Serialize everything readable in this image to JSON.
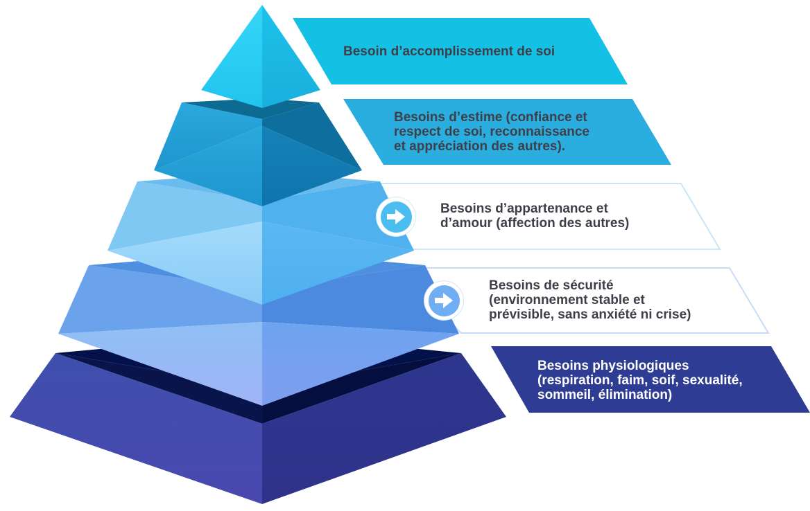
{
  "levels": [
    {
      "id": "self-actualization",
      "lines": [
        "Besoin d’accomplissement de soi"
      ],
      "banner_color": "#14c0e4",
      "text_color": "#3f3f49",
      "has_arrow": false
    },
    {
      "id": "esteem",
      "lines": [
        "Besoins d’estime (confiance et",
        "respect de soi, reconnaissance",
        "et appréciation des autres)."
      ],
      "banner_color": "#2aaee0",
      "text_color": "#3f3f49",
      "has_arrow": false
    },
    {
      "id": "belonging",
      "lines": [
        "Besoins d’appartenance et",
        "d’amour (affection des autres)"
      ],
      "banner_color": "#ffffff",
      "border_color": "#c8e6f7",
      "text_color": "#3f3f49",
      "has_arrow": true,
      "arrow_color": "#4cbdf0",
      "icon": "arrow-right-icon"
    },
    {
      "id": "safety",
      "lines": [
        "Besoins de sécurité",
        "(environnement stable et",
        "prévisible, sans anxiété ni crise)"
      ],
      "banner_color": "#ffffff",
      "border_color": "#c8dcf7",
      "text_color": "#3f3f49",
      "has_arrow": true,
      "arrow_color": "#6faef2",
      "icon": "arrow-right-icon"
    },
    {
      "id": "physiological",
      "lines": [
        "Besoins physiologiques",
        "(respiration, faim, soif, sexualité,",
        "sommeil, élimination)"
      ],
      "banner_color": "#2e3d93",
      "text_color": "#ffffff",
      "has_arrow": false
    }
  ]
}
